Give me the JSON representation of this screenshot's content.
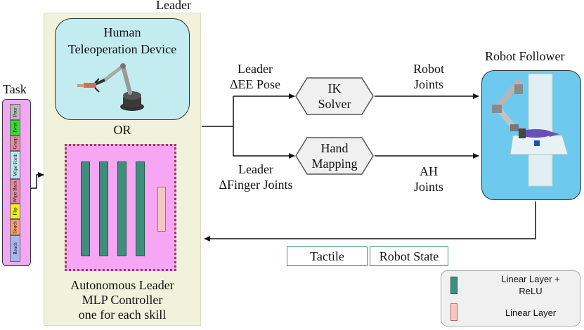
{
  "leader": {
    "title": "Leader",
    "human_device": [
      "Human",
      "Teleoperation Device"
    ],
    "or_label": "OR",
    "autonomous": [
      "Autonomous Leader",
      "MLP Controller",
      "one for each skill"
    ]
  },
  "task": {
    "title": "Task",
    "skills": [
      {
        "label": "Pour",
        "color": "#b9b9b9"
      },
      {
        "label": "Twist",
        "color": "#2ee12e"
      },
      {
        "label": "Grasp",
        "color": "#e08da3"
      },
      {
        "label": "Wipe Forth",
        "color": "#bfe6f0"
      },
      {
        "label": "Wipe Back",
        "color": "#e58aa7"
      },
      {
        "label": "Flip",
        "color": "#f0f020"
      },
      {
        "label": "Touch",
        "color": "#f5a06a"
      },
      {
        "label": "Reach",
        "color": "#aab4ee"
      }
    ]
  },
  "flow": {
    "leader_ee": [
      "Leader",
      "ΔEE Pose"
    ],
    "leader_finger": [
      "Leader",
      "ΔFinger Joints"
    ],
    "ik_solver": [
      "IK",
      "Solver"
    ],
    "hand_mapping": [
      "Hand",
      "Mapping"
    ],
    "robot_joints": [
      "Robot",
      "Joints"
    ],
    "ah_joints": [
      "AH",
      "Joints"
    ]
  },
  "follower": {
    "title": "Robot Follower"
  },
  "feedback": {
    "tactile": "Tactile",
    "robot_state": "Robot State"
  },
  "legend": {
    "relu": [
      "Linear Layer +",
      "ReLU"
    ],
    "linear": "Linear Layer"
  },
  "colors": {
    "relu_layer": "#3d8f7c",
    "linear_layer": "#f6c7c0",
    "mlp_bg": "#f6a6f2",
    "human_bg": "#c3ecf0",
    "robot_bg": "#6ec9ee"
  }
}
